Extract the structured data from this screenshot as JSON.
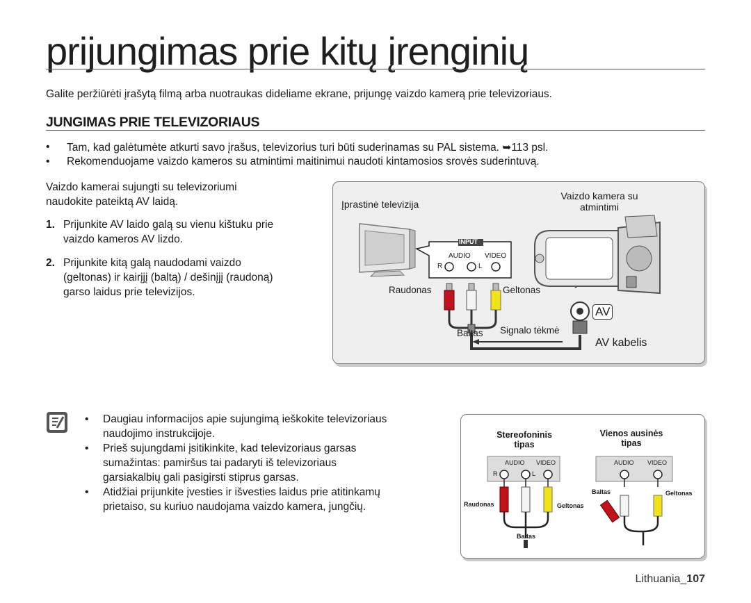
{
  "page": {
    "title": "prijungimas prie kitų įrenginių",
    "intro": "Galite peržiūrėti įrašytą filmą arba nuotraukas dideliame ekrane, prijungę vaizdo kamerą prie televizoriaus.",
    "section_title": "JUNGIMAS PRIE TELEVIZORIAUS",
    "bullets": [
      "Tam, kad galėtumėte atkurti savo įrašus, televizorius turi būti suderinamas su PAL sistema. ➥113 psl.",
      "Rekomenduojame vaizdo kameros su atmintimi maitinimui naudoti kintamosios srovės suderintuvą."
    ],
    "lead_lines": [
      "Vaizdo kamerai sujungti su televizoriumi",
      "naudokite pateiktą AV laidą."
    ],
    "steps": [
      {
        "num": "1.",
        "lines": [
          "Prijunkite AV laido galą su vienu kištuku prie",
          "vaizdo kameros AV lizdo."
        ]
      },
      {
        "num": "2.",
        "lines": [
          "Prijunkite kitą galą naudodami vaizdo",
          "(geltonas) ir kairįjį (baltą) / dešinįjį (raudoną)",
          "garso laidus prie televizijos."
        ]
      }
    ],
    "notes": [
      [
        "Daugiau informacijos apie sujungimą ieškokite televizoriaus",
        "naudojimo instrukcijoje."
      ],
      [
        "Prieš sujungdami įsitikinkite, kad televizoriaus garsas",
        "sumažintas: pamiršus tai padaryti iš televizoriaus",
        "garsiakalbių gali pasigirsti stiprus garsas."
      ],
      [
        "Atidžiai prijunkite įvesties ir išvesties laidus prie atitinkamų",
        "prietaiso, su kuriuo naudojama vaizdo kamera, jungčių."
      ]
    ],
    "footer_lang": "Lithuania_",
    "footer_page": "107"
  },
  "figure1": {
    "tv_label": "Įprastinė televizija",
    "camera_label": [
      "Vaizdo kamera su",
      "atmintimi"
    ],
    "input": "INPUT",
    "audio": "AUDIO",
    "video": "VIDEO",
    "r": "R",
    "l": "L",
    "red": "Raudonas",
    "yellow": "Geltonas",
    "white": "Baltas",
    "signal": "Signalo tėkmė",
    "av": "AV",
    "cable": "AV kabelis"
  },
  "figure2": {
    "stereo": [
      "Stereofoninis",
      "tipas"
    ],
    "mono": [
      "Vienos ausinės",
      "tipas"
    ],
    "audio": "AUDIO",
    "video": "VIDEO",
    "r": "R",
    "l": "L",
    "red": "Raudonas",
    "yellow": "Geltonas",
    "white": "Baltas"
  },
  "colors": {
    "red_plug": "#c0121b",
    "yellow_plug": "#f2e21a",
    "white_plug": "#f4f4f4"
  }
}
